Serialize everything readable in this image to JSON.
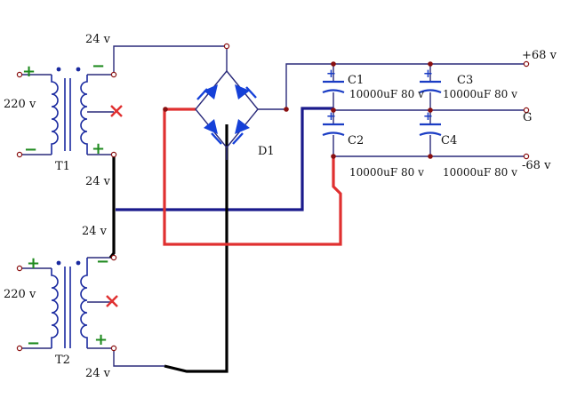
{
  "labels": {
    "t1_secondary_top": "24 v",
    "t1_primary": "220 v",
    "t1_name": "T1",
    "t1_secondary_bottom": "24 v",
    "t2_secondary_top": "24 v",
    "t2_primary": "220 v",
    "t2_name": "T2",
    "t2_secondary_bottom": "24 v",
    "bridge_name": "D1",
    "c1_name": "C1",
    "c1_value": "10000uF 80 v",
    "c2_name": "C2",
    "c2_value": "10000uF 80 v",
    "c3_name": "C3",
    "c3_value": "10000uF 80 v",
    "c4_name": "C4",
    "c4_value": "10000uF 80 v",
    "out_pos": "+68 v",
    "out_gnd": "G",
    "out_neg": "-68 v"
  },
  "symbols": {
    "plus": "+",
    "minus": "−",
    "nc_mark": "×"
  },
  "colors": {
    "wire_default": "#2a2a7a",
    "wire_blue_bold": "#1a1a8c",
    "wire_red_bold": "#e03030",
    "wire_black_bold": "#000000",
    "transformer": "#1a2aa0",
    "diode": "#1540d8",
    "capacitor": "#1a3cc4",
    "polarity_mark": "#1f8a1f",
    "nc_mark": "#e03030",
    "node_dot": "#8a1010"
  }
}
